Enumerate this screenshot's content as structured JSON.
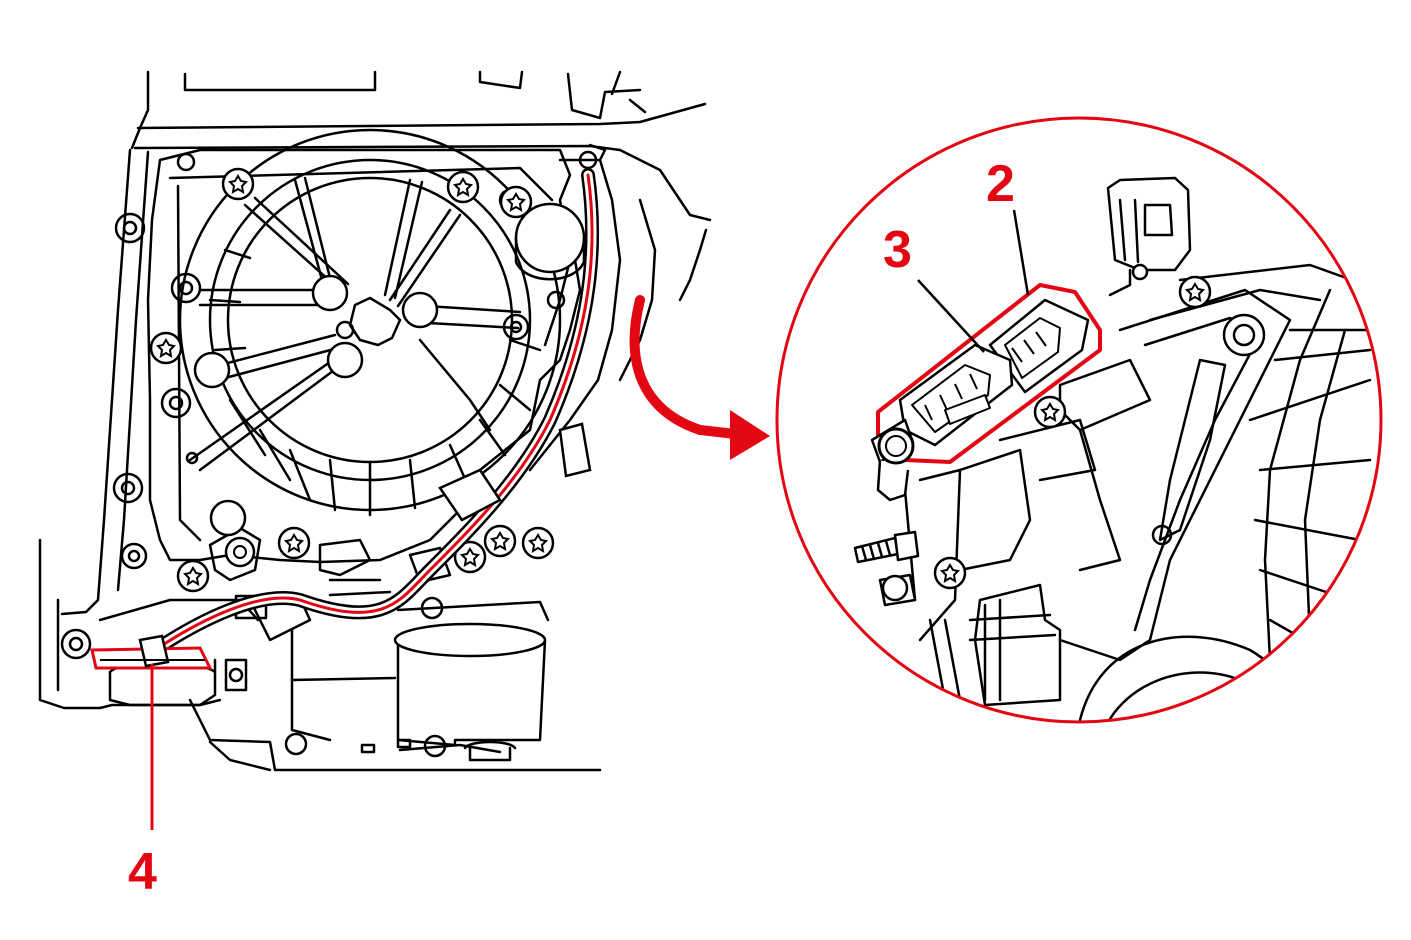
{
  "callouts": {
    "c2": "2",
    "c3": "3",
    "c4": "4"
  },
  "colors": {
    "highlight": "#e30613",
    "line": "#000000",
    "background": "#ffffff"
  },
  "icons": {
    "arrow": "curved-arrow-icon",
    "detail": "detail-circle"
  }
}
